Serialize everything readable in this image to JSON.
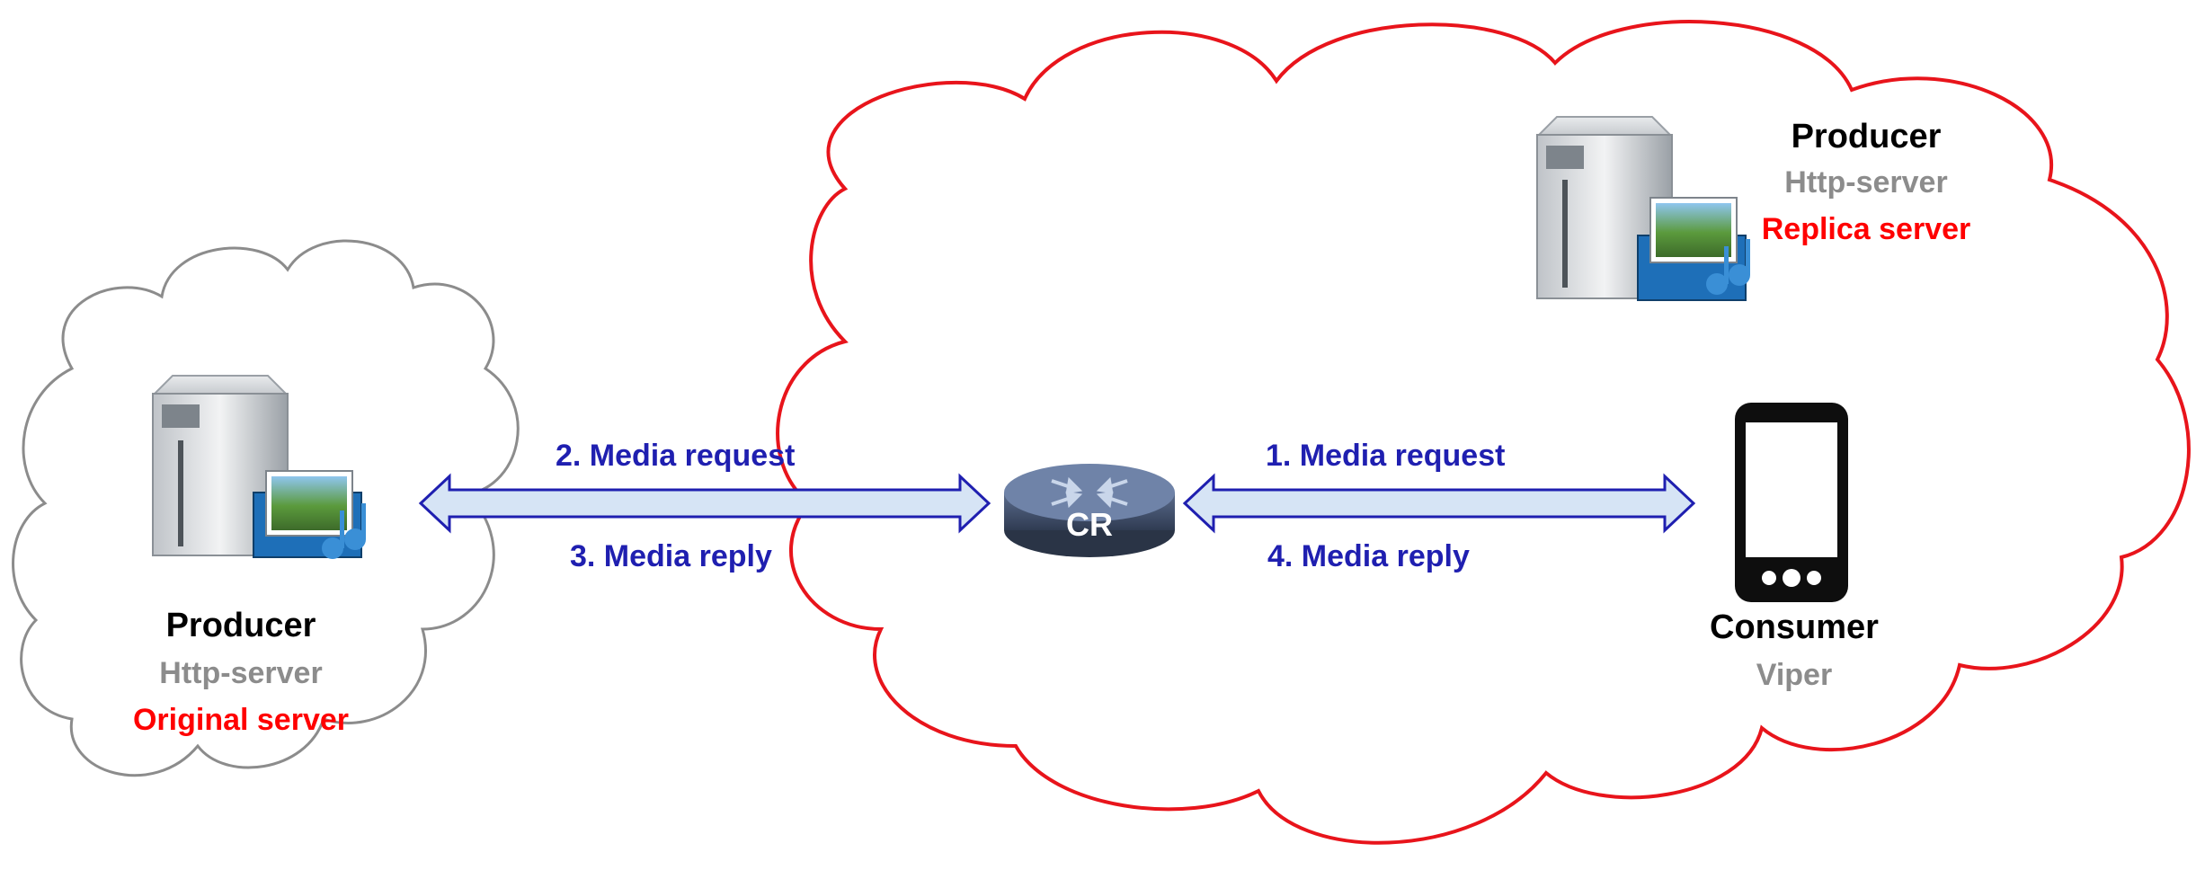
{
  "left_cloud": {
    "producer_title": "Producer",
    "producer_type": "Http-server",
    "producer_role": "Original server"
  },
  "right_cloud": {
    "producer_title": "Producer",
    "producer_type": "Http-server",
    "producer_role": "Replica server",
    "consumer_title": "Consumer",
    "consumer_type": "Viper"
  },
  "router": {
    "label": "CR"
  },
  "arrows": {
    "left_top": "2. Media request",
    "left_bottom": "3. Media reply",
    "right_top": "1. Media request",
    "right_bottom": "4. Media reply"
  },
  "colors": {
    "right_cloud_outline": "#e8141b",
    "left_cloud_outline": "#8c8c8c",
    "arrow_fill": "#d6e4f5",
    "arrow_stroke": "#1f1fb0",
    "router": "#4a5a78"
  }
}
